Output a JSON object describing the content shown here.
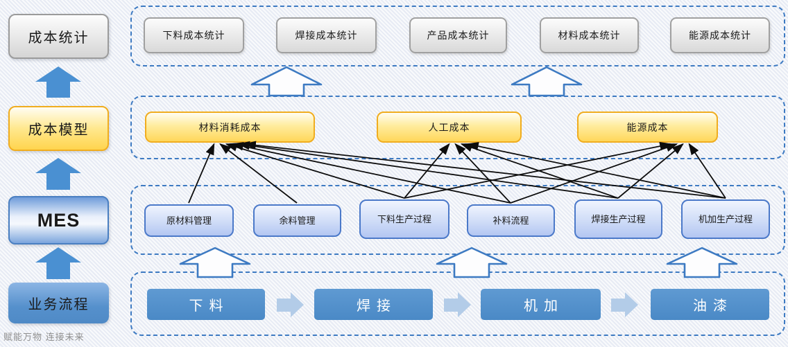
{
  "left_column": {
    "items": [
      {
        "label": "成本统计"
      },
      {
        "label": "成本模型"
      },
      {
        "label": "MES"
      },
      {
        "label": "业务流程"
      }
    ]
  },
  "statistics_layer": {
    "items": [
      "下料成本统计",
      "焊接成本统计",
      "产品成本统计",
      "材料成本统计",
      "能源成本统计"
    ]
  },
  "cost_layer": {
    "items": [
      "材料消耗成本",
      "人工成本",
      "能源成本"
    ]
  },
  "mes_layer": {
    "items": [
      "原材料管理",
      "余料管理",
      "下料生产过程",
      "补料流程",
      "焊接生产过程",
      "机加生产过程"
    ]
  },
  "process_layer": {
    "items": [
      "下料",
      "焊接",
      "机加",
      "油漆"
    ]
  },
  "connections": [
    {
      "from": "原材料管理",
      "to": "材料消耗成本"
    },
    {
      "from": "余料管理",
      "to": "材料消耗成本"
    },
    {
      "from": "下料生产过程",
      "to": "材料消耗成本"
    },
    {
      "from": "下料生产过程",
      "to": "人工成本"
    },
    {
      "from": "下料生产过程",
      "to": "能源成本"
    },
    {
      "from": "补料流程",
      "to": "材料消耗成本"
    },
    {
      "from": "补料流程",
      "to": "人工成本"
    },
    {
      "from": "补料流程",
      "to": "能源成本"
    },
    {
      "from": "焊接生产过程",
      "to": "材料消耗成本"
    },
    {
      "from": "焊接生产过程",
      "to": "人工成本"
    },
    {
      "from": "焊接生产过程",
      "to": "能源成本"
    },
    {
      "from": "机加生产过程",
      "to": "材料消耗成本"
    },
    {
      "from": "机加生产过程",
      "to": "人工成本"
    },
    {
      "from": "机加生产过程",
      "to": "能源成本"
    }
  ],
  "footer": "赋能万物  连接未来",
  "colors": {
    "dashed_border": "#3d7ac2",
    "solid_up_arrow": "#4a90d2",
    "process_box": "#4a89c6",
    "flow_chevron": "#b3cce8",
    "yellow_box_border": "#f0ad1f",
    "blue_box_border": "#4b79c9",
    "gray_box_border": "#a0a0a0",
    "connector": "#0d0d0d"
  }
}
